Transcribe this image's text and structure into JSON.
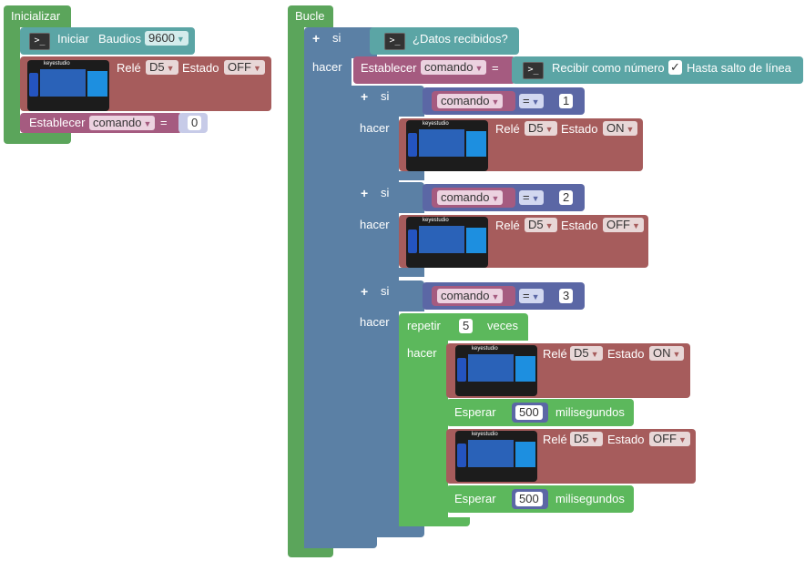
{
  "init": {
    "header": "Inicializar",
    "serial": {
      "label": "Iniciar",
      "baud_label": "Baudios",
      "baud_value": "9600"
    },
    "relay": {
      "label": "Relé",
      "pin": "D5",
      "state_label": "Estado",
      "state": "OFF"
    },
    "set_var": {
      "label": "Establecer",
      "var": "comando",
      "op": "=",
      "value": "0"
    }
  },
  "loop": {
    "header": "Bucle",
    "if_label": "si",
    "do_label": "hacer",
    "condition": "¿Datos recibidos?",
    "set_var": {
      "label": "Establecer",
      "var": "comando",
      "op": "=",
      "read_label": "Recibir como número",
      "check": "✓",
      "until_label": "Hasta salto de línea"
    },
    "branches": [
      {
        "if_label": "si",
        "do_label": "hacer",
        "var": "comando",
        "op": "=",
        "value": "1",
        "relay": {
          "label": "Relé",
          "pin": "D5",
          "state_label": "Estado",
          "state": "ON"
        }
      },
      {
        "if_label": "si",
        "do_label": "hacer",
        "var": "comando",
        "op": "=",
        "value": "2",
        "relay": {
          "label": "Relé",
          "pin": "D5",
          "state_label": "Estado",
          "state": "OFF"
        }
      },
      {
        "if_label": "si",
        "do_label": "hacer",
        "var": "comando",
        "op": "=",
        "value": "3",
        "repeat": {
          "label": "repetir",
          "count": "5",
          "times_label": "veces",
          "do_label": "hacer",
          "relay_on": {
            "label": "Relé",
            "pin": "D5",
            "state_label": "Estado",
            "state": "ON"
          },
          "wait1": {
            "label": "Esperar",
            "value": "500",
            "unit": "milisegundos"
          },
          "relay_off": {
            "label": "Relé",
            "pin": "D5",
            "state_label": "Estado",
            "state": "OFF"
          },
          "wait2": {
            "label": "Esperar",
            "value": "500",
            "unit": "milisegundos"
          }
        }
      }
    ]
  },
  "icons": {
    "console": "console-icon",
    "relay": "relay-module-image",
    "plus": "plus-icon"
  },
  "relay_board_text": "keyestudio"
}
